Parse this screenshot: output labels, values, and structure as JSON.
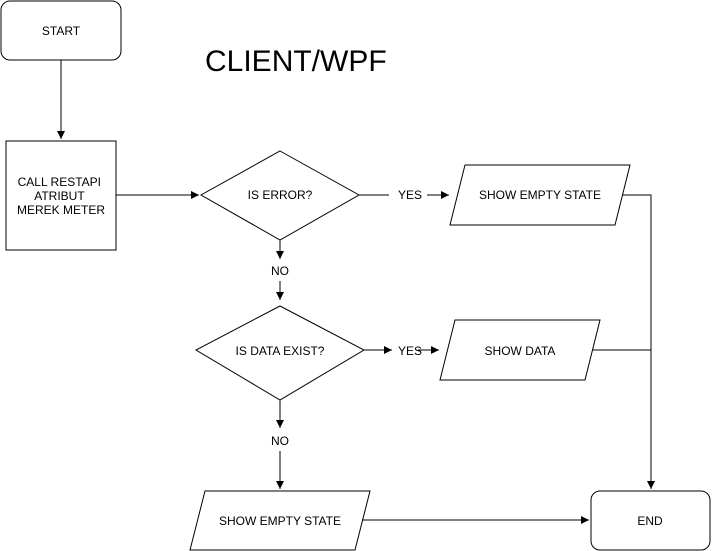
{
  "title": "CLIENT/WPF",
  "nodes": {
    "start": "START",
    "call_api": [
      "CALL RESTAPI",
      "ATRIBUT",
      "MEREK METER"
    ],
    "is_error": "IS ERROR?",
    "show_empty_state_top": "SHOW EMPTY STATE",
    "is_data_exist": "IS DATA EXIST?",
    "show_data": "SHOW DATA",
    "show_empty_state_bottom": "SHOW EMPTY STATE",
    "end": "END"
  },
  "edges": {
    "error_yes": "YES",
    "error_no": "NO",
    "exist_yes": "YES",
    "exist_no": "NO"
  }
}
